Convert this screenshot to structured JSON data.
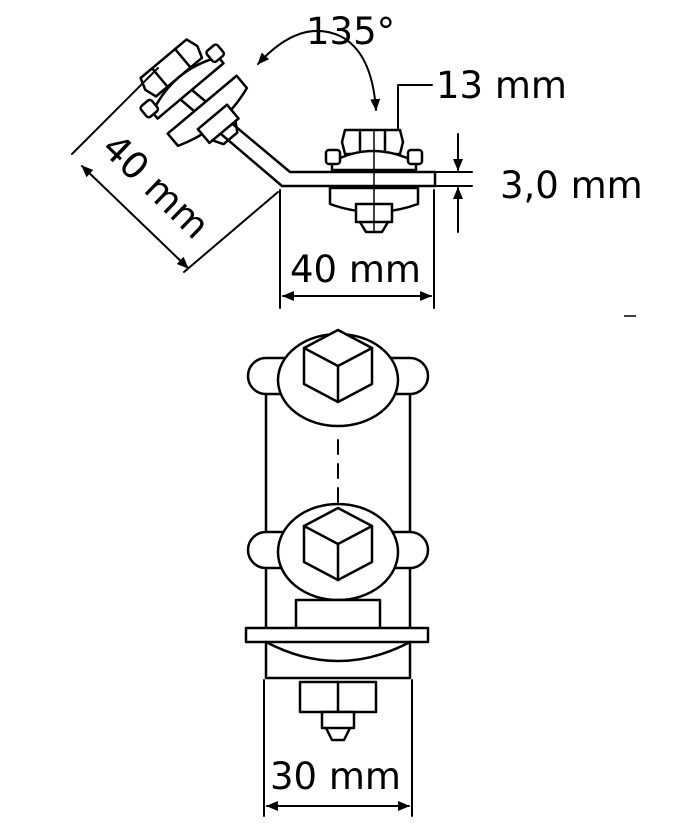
{
  "dimensions": {
    "angle": "135°",
    "hex_size": "13 mm",
    "thickness": "3,0 mm",
    "arm_length_angled": "40 mm",
    "arm_length_flat": "40 mm",
    "width_front": "30 mm"
  },
  "colors": {
    "line": "#000000",
    "background": "#ffffff"
  }
}
